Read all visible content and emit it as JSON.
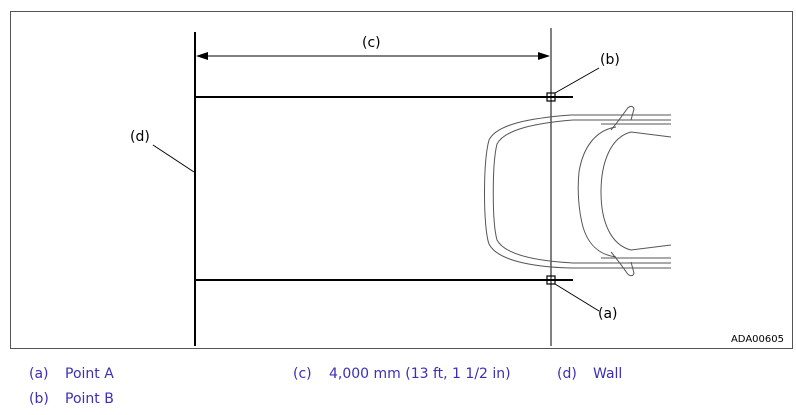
{
  "callouts": {
    "a": "(a)",
    "b": "(b)",
    "c": "(c)",
    "d": "(d)"
  },
  "figure_id": "ADA00605",
  "legend": [
    {
      "key": "(a)",
      "text": "Point A"
    },
    {
      "key": "(b)",
      "text": "Point B"
    },
    {
      "key": "(c)",
      "text": "4,000 mm (13 ft, 1 1/2 in)"
    },
    {
      "key": "(d)",
      "text": "Wall"
    }
  ],
  "colors": {
    "legend_text": "#3b2fb8",
    "line": "#000000",
    "car_outline": "#555555"
  }
}
